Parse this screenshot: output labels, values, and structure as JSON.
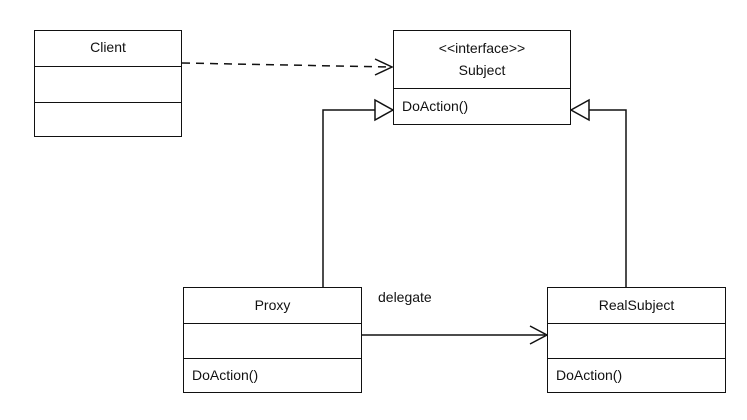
{
  "classes": {
    "client": {
      "name": "Client"
    },
    "subject": {
      "stereotype": "<<interface>>",
      "name": "Subject",
      "operation": "DoAction()"
    },
    "proxy": {
      "name": "Proxy",
      "operation": "DoAction()"
    },
    "real_subject": {
      "name": "RealSubject",
      "operation": "DoAction()"
    }
  },
  "relationships": {
    "delegate_label": "delegate"
  },
  "colors": {
    "stroke": "#111111",
    "background": "#ffffff"
  }
}
